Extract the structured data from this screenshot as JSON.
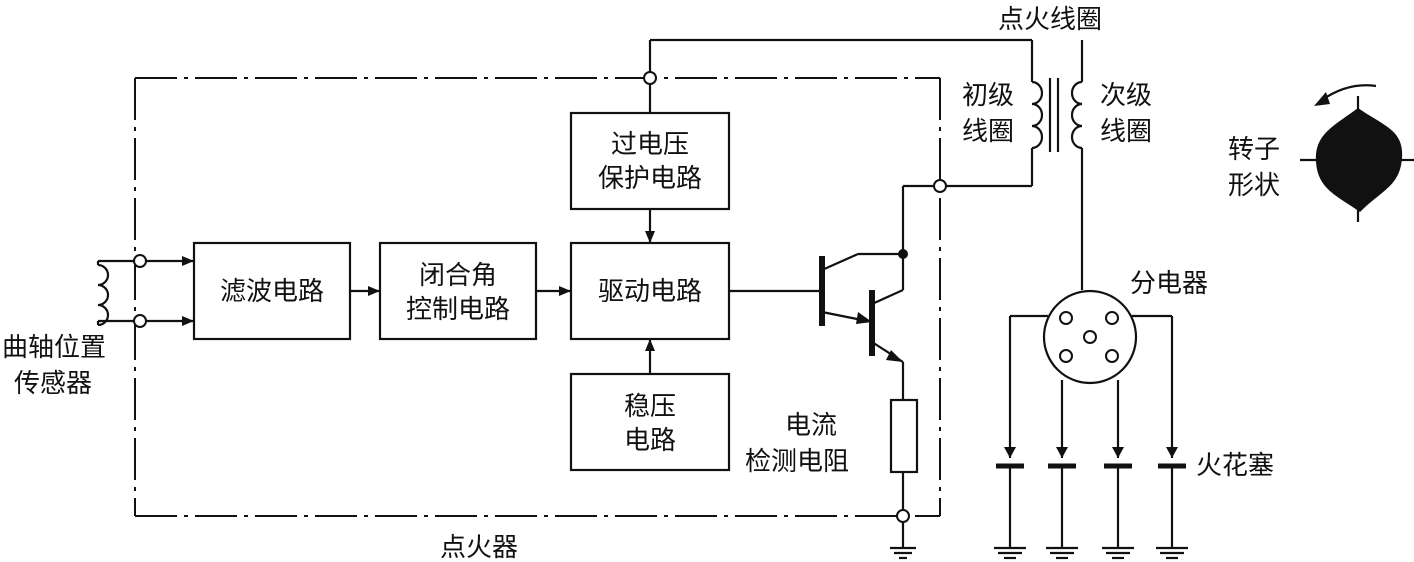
{
  "labels": {
    "ignition_coil": "点火线圈",
    "primary_coil": [
      "初级",
      "线圈"
    ],
    "secondary_coil": [
      "次级",
      "线圈"
    ],
    "rotor_shape": [
      "转子",
      "形状"
    ],
    "distributor": "分电器",
    "spark_plug": "火花塞",
    "crank_sensor": [
      "曲轴位置",
      "传感器"
    ],
    "igniter": "点火器",
    "current_resistor": [
      "电流",
      "检测电阻"
    ]
  },
  "blocks": {
    "filter": [
      "滤波电路"
    ],
    "dwell": [
      "闭合角",
      "控制电路"
    ],
    "driver": [
      "驱动电路"
    ],
    "overvolt": [
      "过电压",
      "保护电路"
    ],
    "regulator": [
      "稳压",
      "电路"
    ]
  },
  "colors": {
    "line": "#111111",
    "background": "#ffffff"
  }
}
